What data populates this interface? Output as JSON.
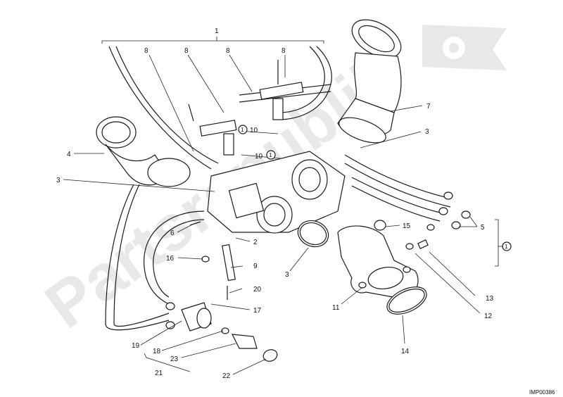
{
  "diagram": {
    "reference_code": "IMP00386",
    "watermark_text": "Partsrepublik",
    "labels": [
      {
        "id": "1-top",
        "text": "1"
      },
      {
        "id": "8-a",
        "text": "8"
      },
      {
        "id": "8-b",
        "text": "8"
      },
      {
        "id": "8-c",
        "text": "8"
      },
      {
        "id": "8-d",
        "text": "8"
      },
      {
        "id": "7",
        "text": "7"
      },
      {
        "id": "3-right",
        "text": "3"
      },
      {
        "id": "4",
        "text": "4"
      },
      {
        "id": "3-left",
        "text": "3"
      },
      {
        "id": "10-a",
        "text": "10"
      },
      {
        "id": "10-b",
        "text": "10"
      },
      {
        "id": "1-circ-a",
        "text": "1"
      },
      {
        "id": "1-circ-b",
        "text": "1"
      },
      {
        "id": "5",
        "text": "5"
      },
      {
        "id": "1-circ-right",
        "text": "1"
      },
      {
        "id": "15",
        "text": "15"
      },
      {
        "id": "6",
        "text": "6"
      },
      {
        "id": "2",
        "text": "2"
      },
      {
        "id": "16",
        "text": "16"
      },
      {
        "id": "9",
        "text": "9"
      },
      {
        "id": "3-bottom",
        "text": "3"
      },
      {
        "id": "20",
        "text": "20"
      },
      {
        "id": "17",
        "text": "17"
      },
      {
        "id": "11",
        "text": "11"
      },
      {
        "id": "13",
        "text": "13"
      },
      {
        "id": "12",
        "text": "12"
      },
      {
        "id": "19",
        "text": "19"
      },
      {
        "id": "18",
        "text": "18"
      },
      {
        "id": "23",
        "text": "23"
      },
      {
        "id": "21",
        "text": "21"
      },
      {
        "id": "22",
        "text": "22"
      },
      {
        "id": "14",
        "text": "14"
      }
    ]
  }
}
